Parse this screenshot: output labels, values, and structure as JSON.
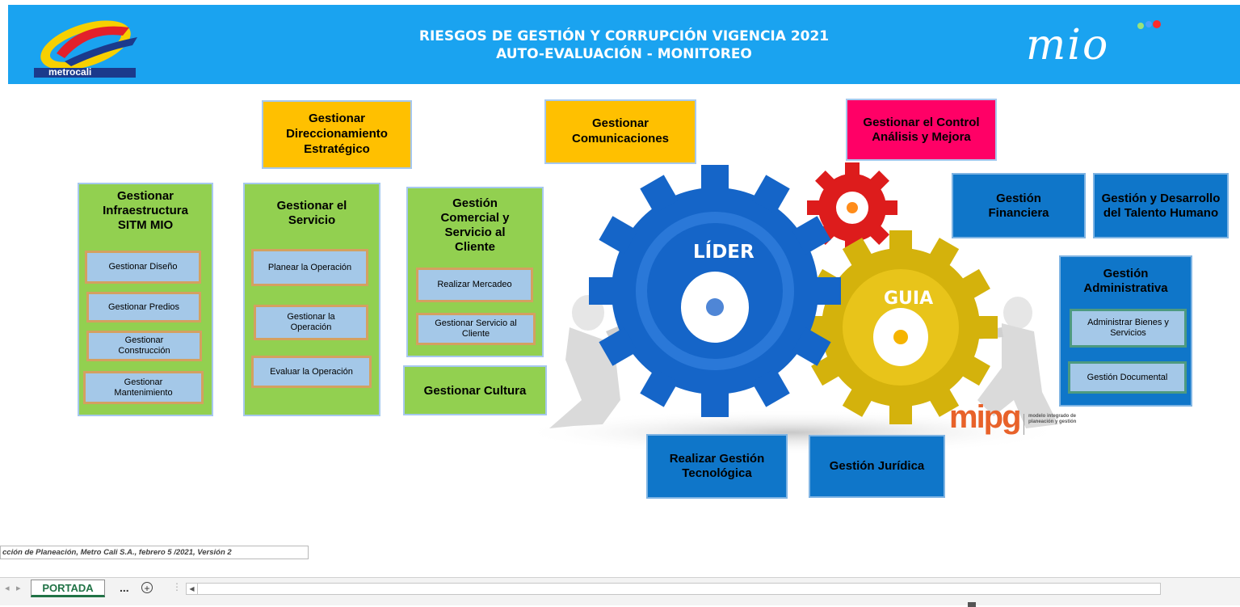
{
  "header": {
    "title_line1": "RIESGOS DE GESTIÓN Y CORRUPCIÓN VIGENCIA 2021",
    "title_line2": "AUTO-EVALUACIÓN  -  MONITOREO",
    "logo_left_text": "metrocali",
    "logo_right_text": "mio",
    "background_color": "#1aa3f0"
  },
  "strategic": [
    {
      "label": "Gestionar Direccionamiento Estratégico"
    },
    {
      "label": "Gestionar Comunicaciones"
    },
    {
      "label": "Gestionar el Control Análisis y Mejora"
    }
  ],
  "missional": [
    {
      "title": "Gestionar Infraestructura SITM MIO",
      "items": [
        "Gestionar Diseño",
        "Gestionar Predios",
        "Gestionar Construcción",
        "Gestionar Mantenimiento"
      ]
    },
    {
      "title": "Gestionar el Servicio",
      "items": [
        "Planear la Operación",
        "Gestionar la Operación",
        "Evaluar la Operación"
      ]
    },
    {
      "title": "Gestión Comercial y Servicio al Cliente",
      "items": [
        "Realizar Mercadeo",
        "Gestionar Servicio al Cliente"
      ]
    }
  ],
  "culture": {
    "label": "Gestionar Cultura"
  },
  "support": {
    "financiera": "Gestión Financiera",
    "talento": "Gestión y Desarrollo del Talento Humano",
    "administrativa": {
      "title": "Gestión Administrativa",
      "items": [
        "Administrar Bienes y Servicios",
        "Gestión Documental"
      ]
    },
    "tecnologica": "Realizar Gestión Tecnológica",
    "juridica": "Gestión Jurídica"
  },
  "gears": {
    "lider": "LÍDER",
    "guia": "GUIA"
  },
  "mipg": {
    "logo": "mipg",
    "tagline": "modelo integrado de planeación y gestión"
  },
  "footer": {
    "credit": "cción de Planeación, Metro Cali S.A.,  febrero 5 /2021, Versión 2",
    "sheet_tab": "PORTADA",
    "more_tabs": "...",
    "add_sheet": "+"
  },
  "colors": {
    "strategic": "#ffc000",
    "control": "#ff0066",
    "missional": "#92d050",
    "support": "#0f76c9",
    "accent_excel": "#217346"
  }
}
